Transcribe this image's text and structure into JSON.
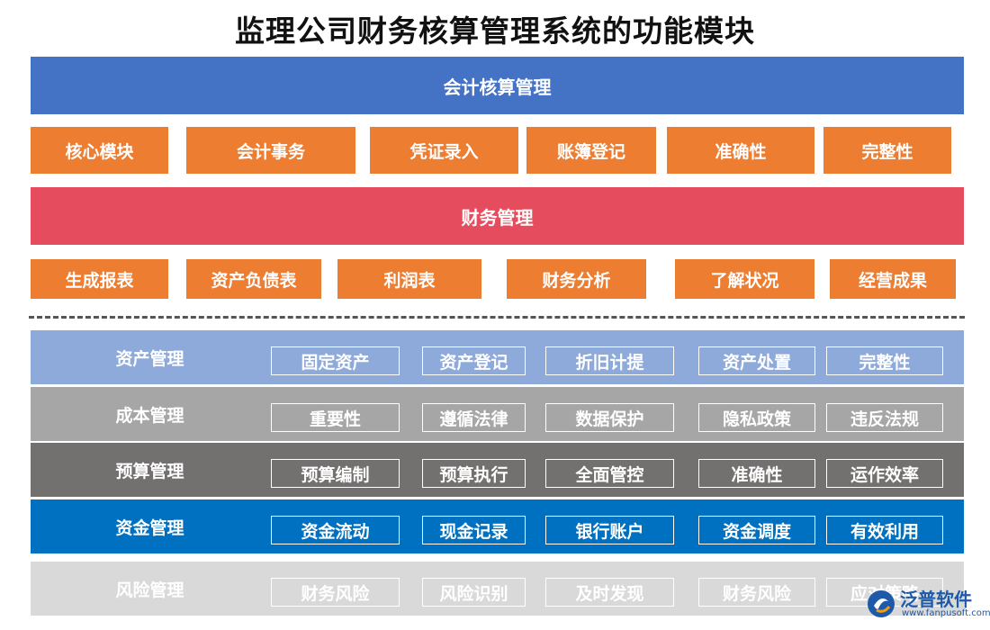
{
  "title": "监理公司财务核算管理系统的功能模块",
  "colors": {
    "accounting_bar": "#4472c4",
    "finance_bar": "#e54c5d",
    "tile": "#ed7d31",
    "asset_band": "#8eaadb",
    "cost_band": "#a6a6a6",
    "budget_band": "#737070",
    "fund_band": "#0071c1",
    "risk_band": "#d9d9d9"
  },
  "accounting": {
    "header": "会计核算管理",
    "tiles": [
      "核心模块",
      "会计事务",
      "凭证录入",
      "账簿登记",
      "准确性",
      "完整性"
    ]
  },
  "finance": {
    "header": "财务管理",
    "tiles": [
      "生成报表",
      "资产负债表",
      "利润表",
      "财务分析",
      "了解状况",
      "经营成果"
    ]
  },
  "modules": [
    {
      "label": "资产管理",
      "items": [
        "固定资产",
        "资产登记",
        "折旧计提",
        "资产处置",
        "完整性"
      ]
    },
    {
      "label": "成本管理",
      "items": [
        "重要性",
        "遵循法律",
        "数据保护",
        "隐私政策",
        "违反法规"
      ]
    },
    {
      "label": "预算管理",
      "items": [
        "预算编制",
        "预算执行",
        "全面管控",
        "准确性",
        "运作效率"
      ]
    },
    {
      "label": "资金管理",
      "items": [
        "资金流动",
        "现金记录",
        "银行账户",
        "资金调度",
        "有效利用"
      ]
    },
    {
      "label": "风险管理",
      "items": [
        "财务风险",
        "风险识别",
        "及时发现",
        "财务风险",
        "应对策略"
      ]
    }
  ],
  "watermark": {
    "name": "泛普软件",
    "url": "www.fanpusoft.com"
  }
}
